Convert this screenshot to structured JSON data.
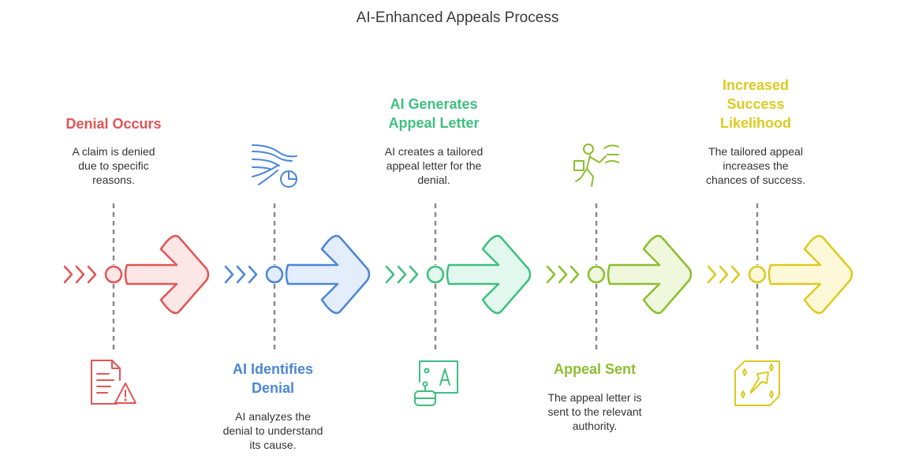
{
  "title": "AI-Enhanced Appeals Process",
  "steps": [
    {
      "heading_lines": [
        "Denial Occurs"
      ],
      "desc_lines": [
        "A claim is denied",
        "due to specific",
        "reasons."
      ],
      "color": "#e05555",
      "fill": "#fde6e6",
      "icon": "document-warning-icon"
    },
    {
      "heading_lines": [
        "AI Identifies",
        "Denial"
      ],
      "desc_lines": [
        "AI analyzes the",
        "denial to understand",
        "its cause."
      ],
      "color": "#4a86d8",
      "fill": "#e4edfb",
      "icon": "data-analysis-icon"
    },
    {
      "heading_lines": [
        "AI Generates",
        "Appeal Letter"
      ],
      "desc_lines": [
        "AI creates a tailored",
        "appeal letter for the",
        "denial."
      ],
      "color": "#3fbf7f",
      "fill": "#e2f8ee",
      "icon": "ai-writer-icon"
    },
    {
      "heading_lines": [
        "Appeal Sent"
      ],
      "desc_lines": [
        "The appeal letter is",
        "sent to the relevant",
        "authority."
      ],
      "color": "#8cbf2f",
      "fill": "#eff7dc",
      "icon": "delivery-person-icon"
    },
    {
      "heading_lines": [
        "Increased",
        "Success",
        "Likelihood"
      ],
      "desc_lines": [
        "The tailored appeal",
        "increases the",
        "chances of success."
      ],
      "color": "#dccb1f",
      "fill": "#fcf8d8",
      "icon": "sparkle-arrow-icon"
    }
  ]
}
